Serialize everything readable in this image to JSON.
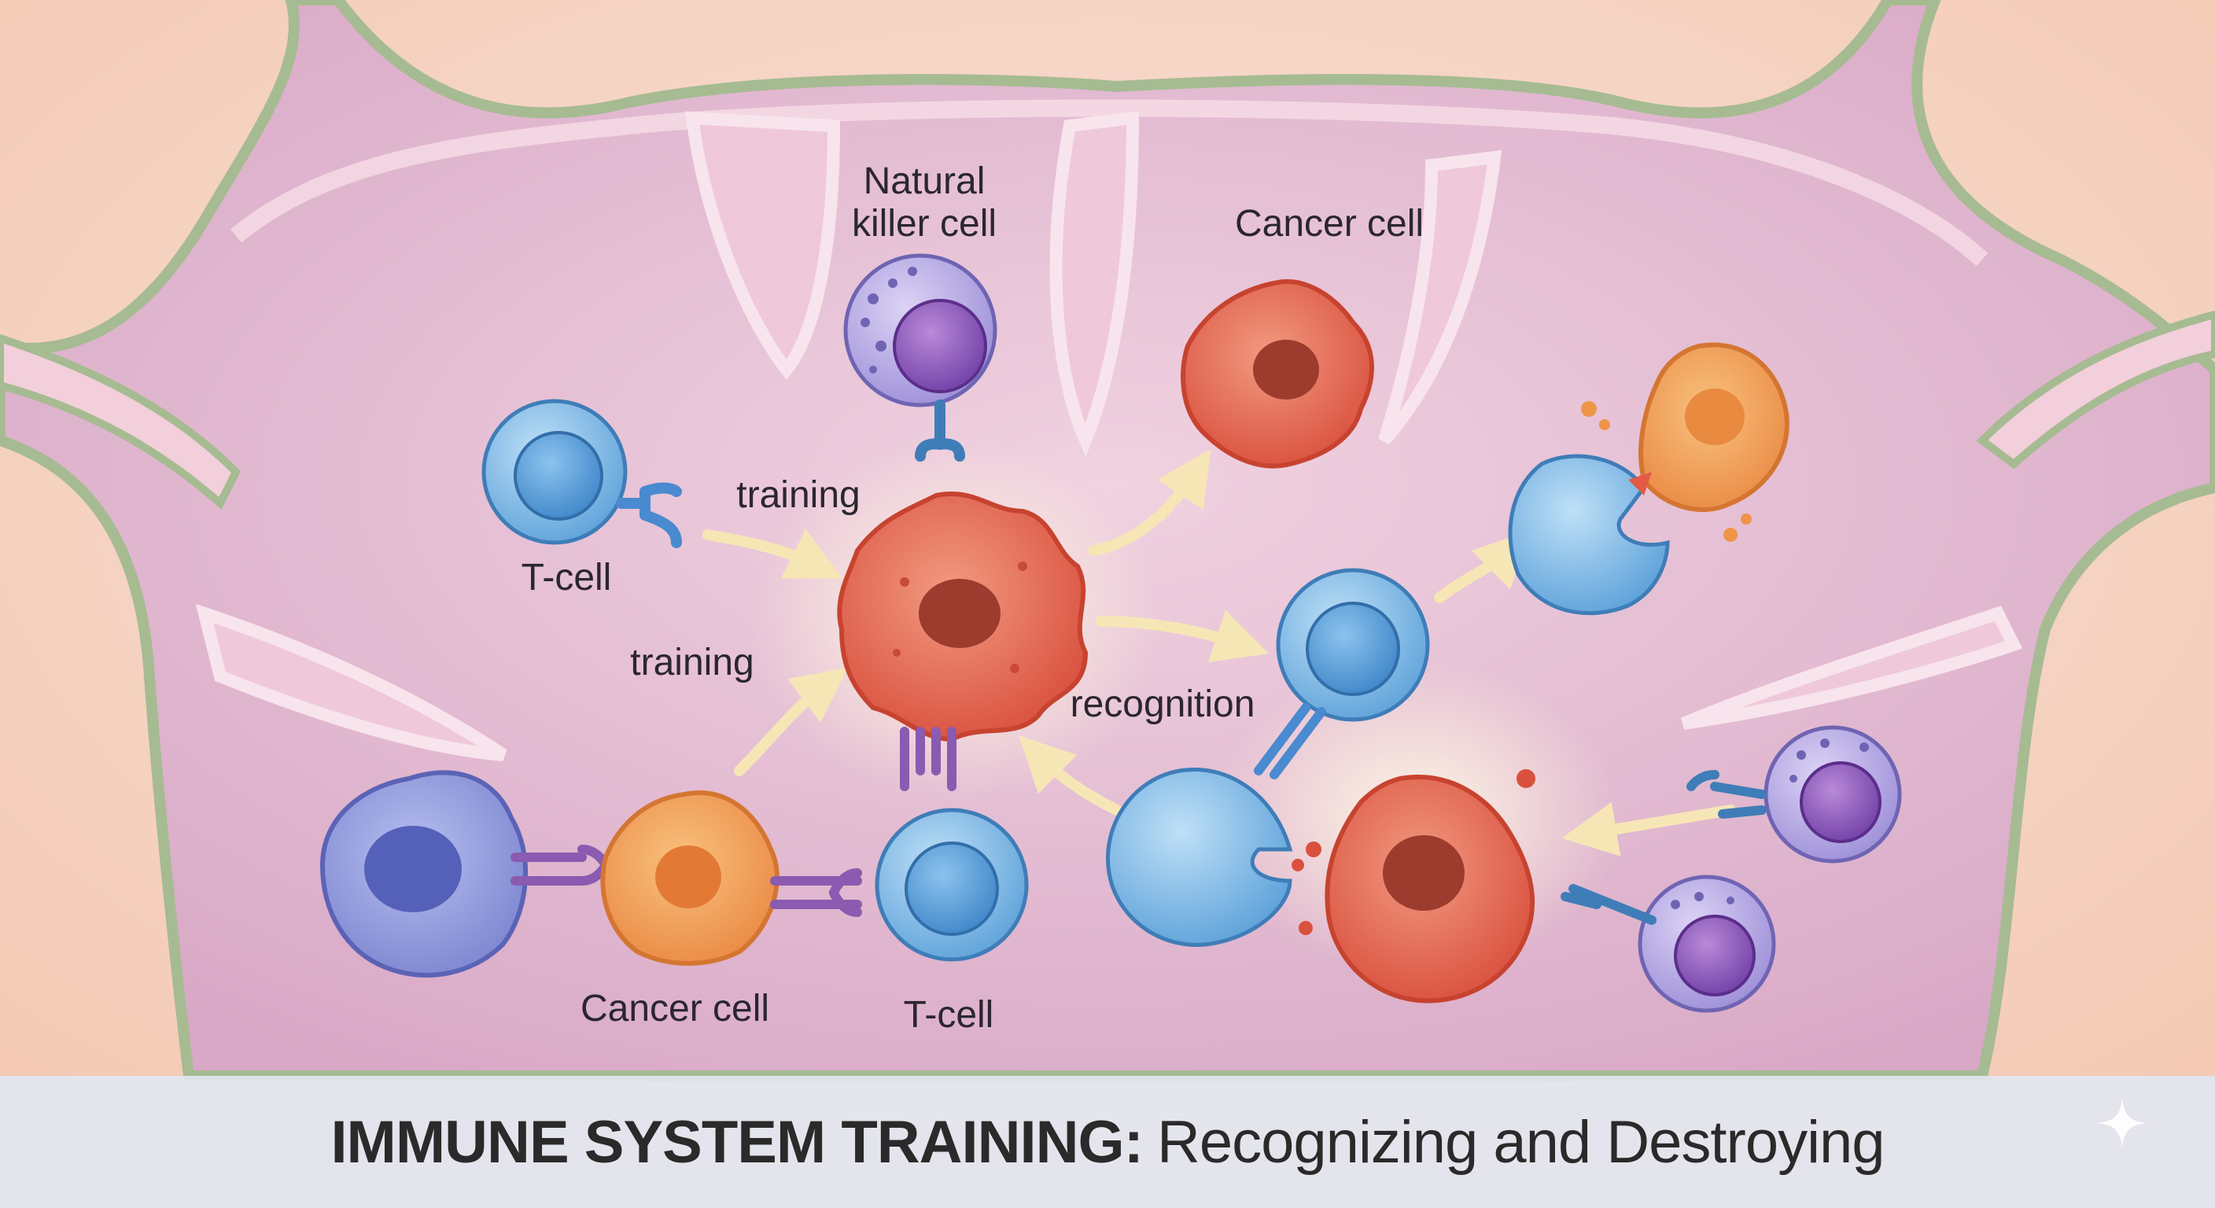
{
  "labels": {
    "nk_cell_line1": "Natural",
    "nk_cell_line2": "killer cell",
    "cancer_cell_top": "Cancer cell",
    "t_cell_left": "T-cell",
    "training_upper": "training",
    "training_lower": "training",
    "recognition": "recognition",
    "cancer_cell_bottom": "Cancer cell",
    "t_cell_bottom": "T-cell"
  },
  "caption": {
    "bold": "IMMUNE SYSTEM TRAINING:",
    "rest": "Recognizing and Destroying"
  },
  "icons": [
    "sparkle-icon"
  ],
  "colors": {
    "tissue_outer": "#f6d6c8",
    "tissue_inner": "#dcb4cf",
    "membrane": "#9fb58d",
    "t_cell": "#6fb0e2",
    "nk_cell": "#b3a3df",
    "cancer_cell": "#e36a55",
    "dendritic_cell": "#8b8fd6",
    "orange_cancer": "#f2a45c",
    "arrow": "#f3e3b0",
    "caption_bar": "#e2e6f0"
  }
}
